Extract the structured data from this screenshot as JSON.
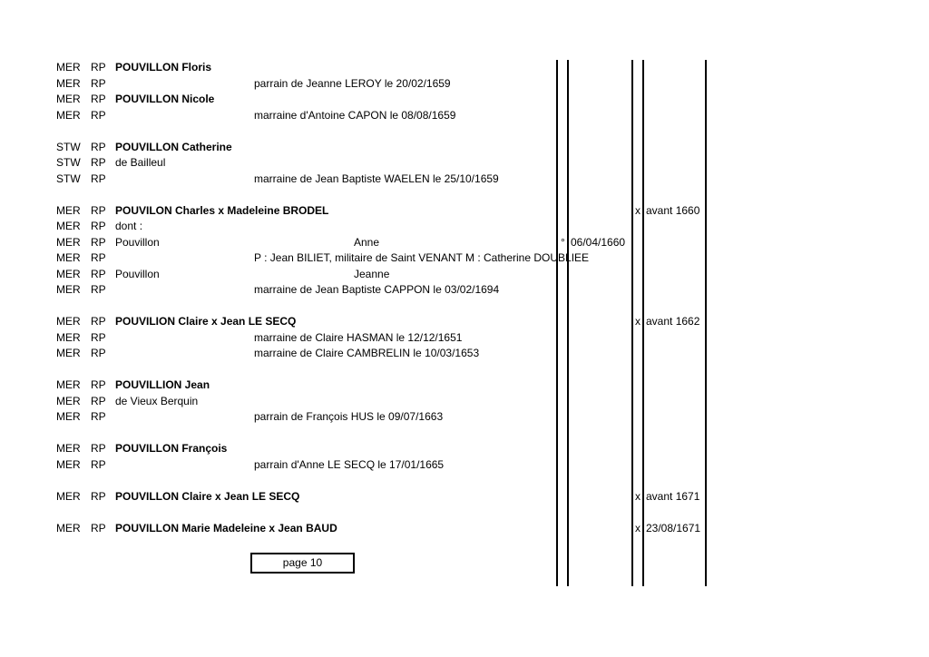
{
  "rows": [
    {
      "parish": "MER",
      "code": "RP",
      "name": "POUVILLON Floris"
    },
    {
      "parish": "MER",
      "code": "RP",
      "detail": "parrain de Jeanne LEROY le 20/02/1659"
    },
    {
      "parish": "MER",
      "code": "RP",
      "name": "POUVILLON Nicole"
    },
    {
      "parish": "MER",
      "code": "RP",
      "detail": "marraine d'Antoine CAPON le 08/08/1659"
    },
    {
      "parish": "STW",
      "code": "RP",
      "name": "POUVILLON Catherine"
    },
    {
      "parish": "STW",
      "code": "RP",
      "place": "de Bailleul"
    },
    {
      "parish": "STW",
      "code": "RP",
      "detail": "marraine de Jean Baptiste WAELEN le 25/10/1659"
    },
    {
      "parish": "MER",
      "code": "RP",
      "name": "POUVILON Charles x Madeleine BRODEL",
      "mark": "x",
      "date": "avant 1660"
    },
    {
      "parish": "MER",
      "code": "RP",
      "place": "dont :"
    },
    {
      "parish": "MER",
      "code": "RP",
      "place": "Pouvillon",
      "given": "Anne",
      "symbol": "°",
      "birth": "06/04/1660"
    },
    {
      "parish": "MER",
      "code": "RP",
      "detail": "P : Jean BILIET, militaire de Saint VENANT M : Catherine DOUBLIEE"
    },
    {
      "parish": "MER",
      "code": "RP",
      "place": "Pouvillon",
      "given": "Jeanne"
    },
    {
      "parish": "MER",
      "code": "RP",
      "detail": "marraine de Jean Baptiste CAPPON le 03/02/1694"
    },
    {
      "parish": "MER",
      "code": "RP",
      "name": "POUVILION Claire x Jean LE SECQ",
      "mark": "x",
      "date": "avant 1662"
    },
    {
      "parish": "MER",
      "code": "RP",
      "detail": "marraine de Claire HASMAN le 12/12/1651"
    },
    {
      "parish": "MER",
      "code": "RP",
      "detail": "marraine de Claire CAMBRELIN le 10/03/1653"
    },
    {
      "parish": "MER",
      "code": "RP",
      "name": "POUVILLION Jean"
    },
    {
      "parish": "MER",
      "code": "RP",
      "place": "de Vieux Berquin"
    },
    {
      "parish": "MER",
      "code": "RP",
      "detail": "parrain de François HUS le 09/07/1663"
    },
    {
      "parish": "MER",
      "code": "RP",
      "name": "POUVILLON François"
    },
    {
      "parish": "MER",
      "code": "RP",
      "detail": "parrain d'Anne LE SECQ le 17/01/1665"
    },
    {
      "parish": "MER",
      "code": "RP",
      "name": "POUVILLON Claire x Jean LE SECQ",
      "mark": "x",
      "date": "avant 1671"
    },
    {
      "parish": "MER",
      "code": "RP",
      "name": "POUVILLON Marie Madeleine x Jean BAUD",
      "mark": "x",
      "date": "23/08/1671"
    }
  ],
  "footer": {
    "page_label": "page 10"
  }
}
